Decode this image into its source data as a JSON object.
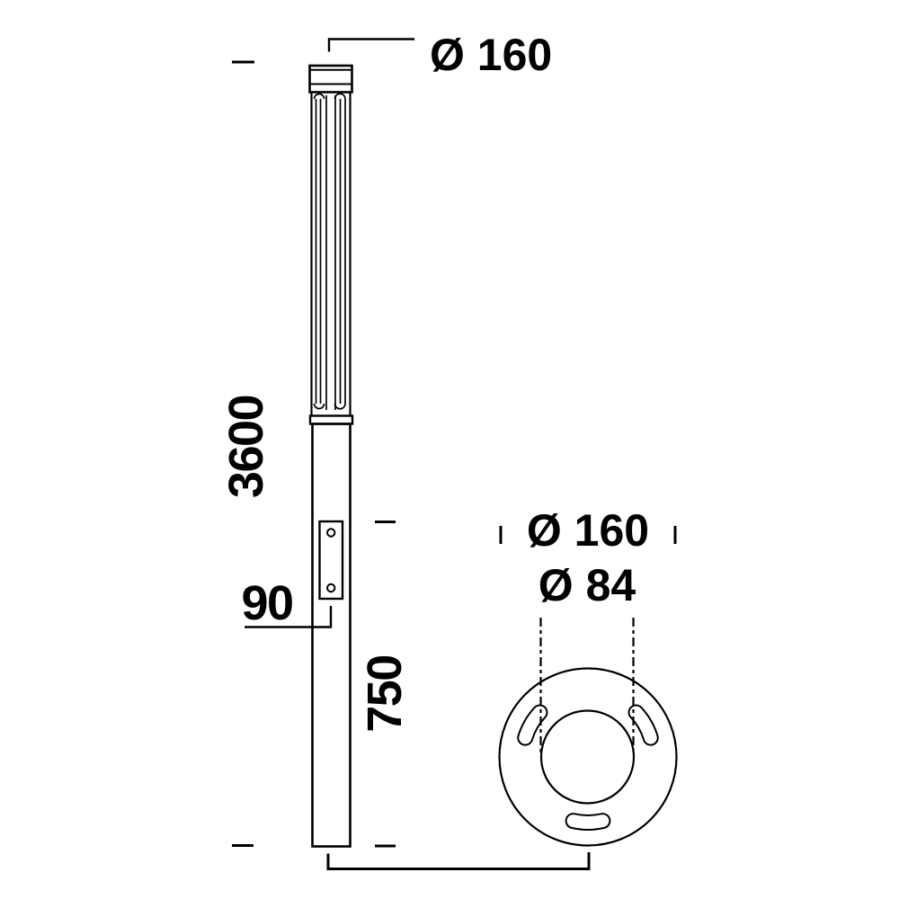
{
  "drawing": {
    "type": "lamp-post technical drawing, elevation and base plan view",
    "colors": {
      "line": "#000000",
      "background": "#ffffff"
    },
    "elevation": {
      "top_diameter_label": "Ø 160",
      "height_label": "3600",
      "door_width_label": "90",
      "lower_section_label": "750"
    },
    "plan": {
      "outer_diameter_label": "Ø 160",
      "inner_diameter_label": "Ø 84"
    }
  }
}
